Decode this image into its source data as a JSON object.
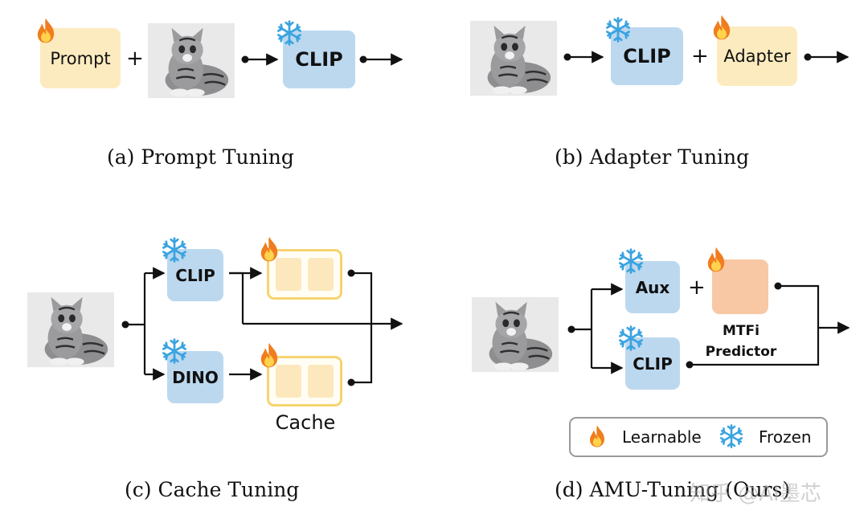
{
  "panels": {
    "a": {
      "caption": "(a) Prompt Tuning",
      "prompt_label": "Prompt",
      "plus": "+",
      "clip_label": "CLIP"
    },
    "b": {
      "caption": "(b) Adapter Tuning",
      "clip_label": "CLIP",
      "plus": "+",
      "adapter_label": "Adapter"
    },
    "c": {
      "caption": "(c) Cache Tuning",
      "clip_label": "CLIP",
      "dino_label": "DINO",
      "cache_label": "Cache"
    },
    "d": {
      "caption": "(d) AMU-Tuning (Ours)",
      "aux_label": "Aux",
      "plus": "+",
      "clip_label": "CLIP",
      "predictor_label_1": "MTFi",
      "predictor_label_2": "Predictor"
    }
  },
  "legend": {
    "learnable": "Learnable",
    "frozen": "Frozen"
  },
  "watermark": "知乎 @AI墨芯",
  "colors": {
    "frozen_box": "#bcd8ef",
    "learnable_box": "#fdebc0",
    "predictor_box": "#f8c8a5",
    "cache_border": "#f6d46e",
    "flame": "#f07d1e",
    "snowflake": "#3aa3e0"
  },
  "icons": [
    "flame-icon",
    "snowflake-icon",
    "cat-image"
  ]
}
